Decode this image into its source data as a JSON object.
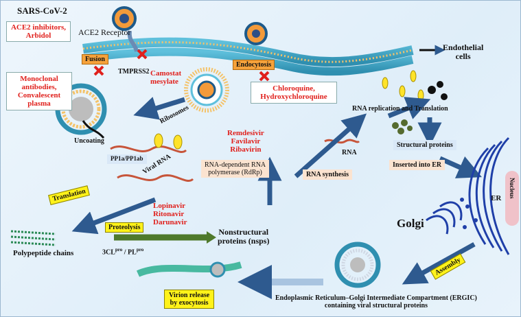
{
  "virus": "SARS-CoV-2",
  "ace2_inhibitors": [
    "ACE2 inhibitors,",
    "Arbidol"
  ],
  "ace2_receptor": "ACE2 Receptor",
  "fusion": "Fusion",
  "tmprss2": "TMPRSS2",
  "camostat": [
    "Camostat",
    "mesylate"
  ],
  "endocytosis": "Endocytosis",
  "endothelial": [
    "Endothelial",
    "cells"
  ],
  "monoclonal": [
    "Monoclonal",
    "antibodies,",
    "Convalescent",
    "plasma"
  ],
  "chloroquine": [
    "Chloroquine,",
    "Hydroxychloroquine"
  ],
  "rna_rep": "RNA replication and Translation",
  "uncoating": "Uncoating",
  "ribosomes": "Ribosomes",
  "pp1a": "PP1a/PP1ab",
  "viral_rna": "Viral RNA",
  "remdesivir": [
    "Remdesivir",
    "Favilavir",
    "Ribavirin"
  ],
  "rdrp": [
    "RNA-dependent RNA",
    "polymerase (RdRp)"
  ],
  "rna": "RNA",
  "rna_synthesis": "RNA synthesis",
  "structural": "Structural proteins",
  "inserted_er": "Inserted into ER",
  "er": "ER",
  "nucleus": "Nucleus",
  "golgi": "Golgi",
  "translation": "Translation",
  "lopinavir": [
    "Lopinavir",
    "Ritonavir",
    "Darunavir"
  ],
  "proteolysis": "Proteolysis",
  "nsps": [
    "Nonstructural",
    "proteins (nsps)"
  ],
  "polypeptide": "Polypeptide chains",
  "cl3_main": "3CL",
  "cl3_sup": "pro",
  "cl3_mid": " / PL",
  "pl_sup": "pro",
  "assembly": "Assembly",
  "virion_release": [
    "Virion  release",
    "by exocytosis"
  ],
  "ergic": [
    "Endoplasmic Reticulum–Golgi  Intermediate Compartment (ERGIC)",
    "containing viral structural proteins"
  ],
  "colors": {
    "arrow": "#2e5a8f",
    "green_arrow": "#4f7a2c",
    "red": "#e0201c",
    "membrane": "#3fa7c6"
  }
}
